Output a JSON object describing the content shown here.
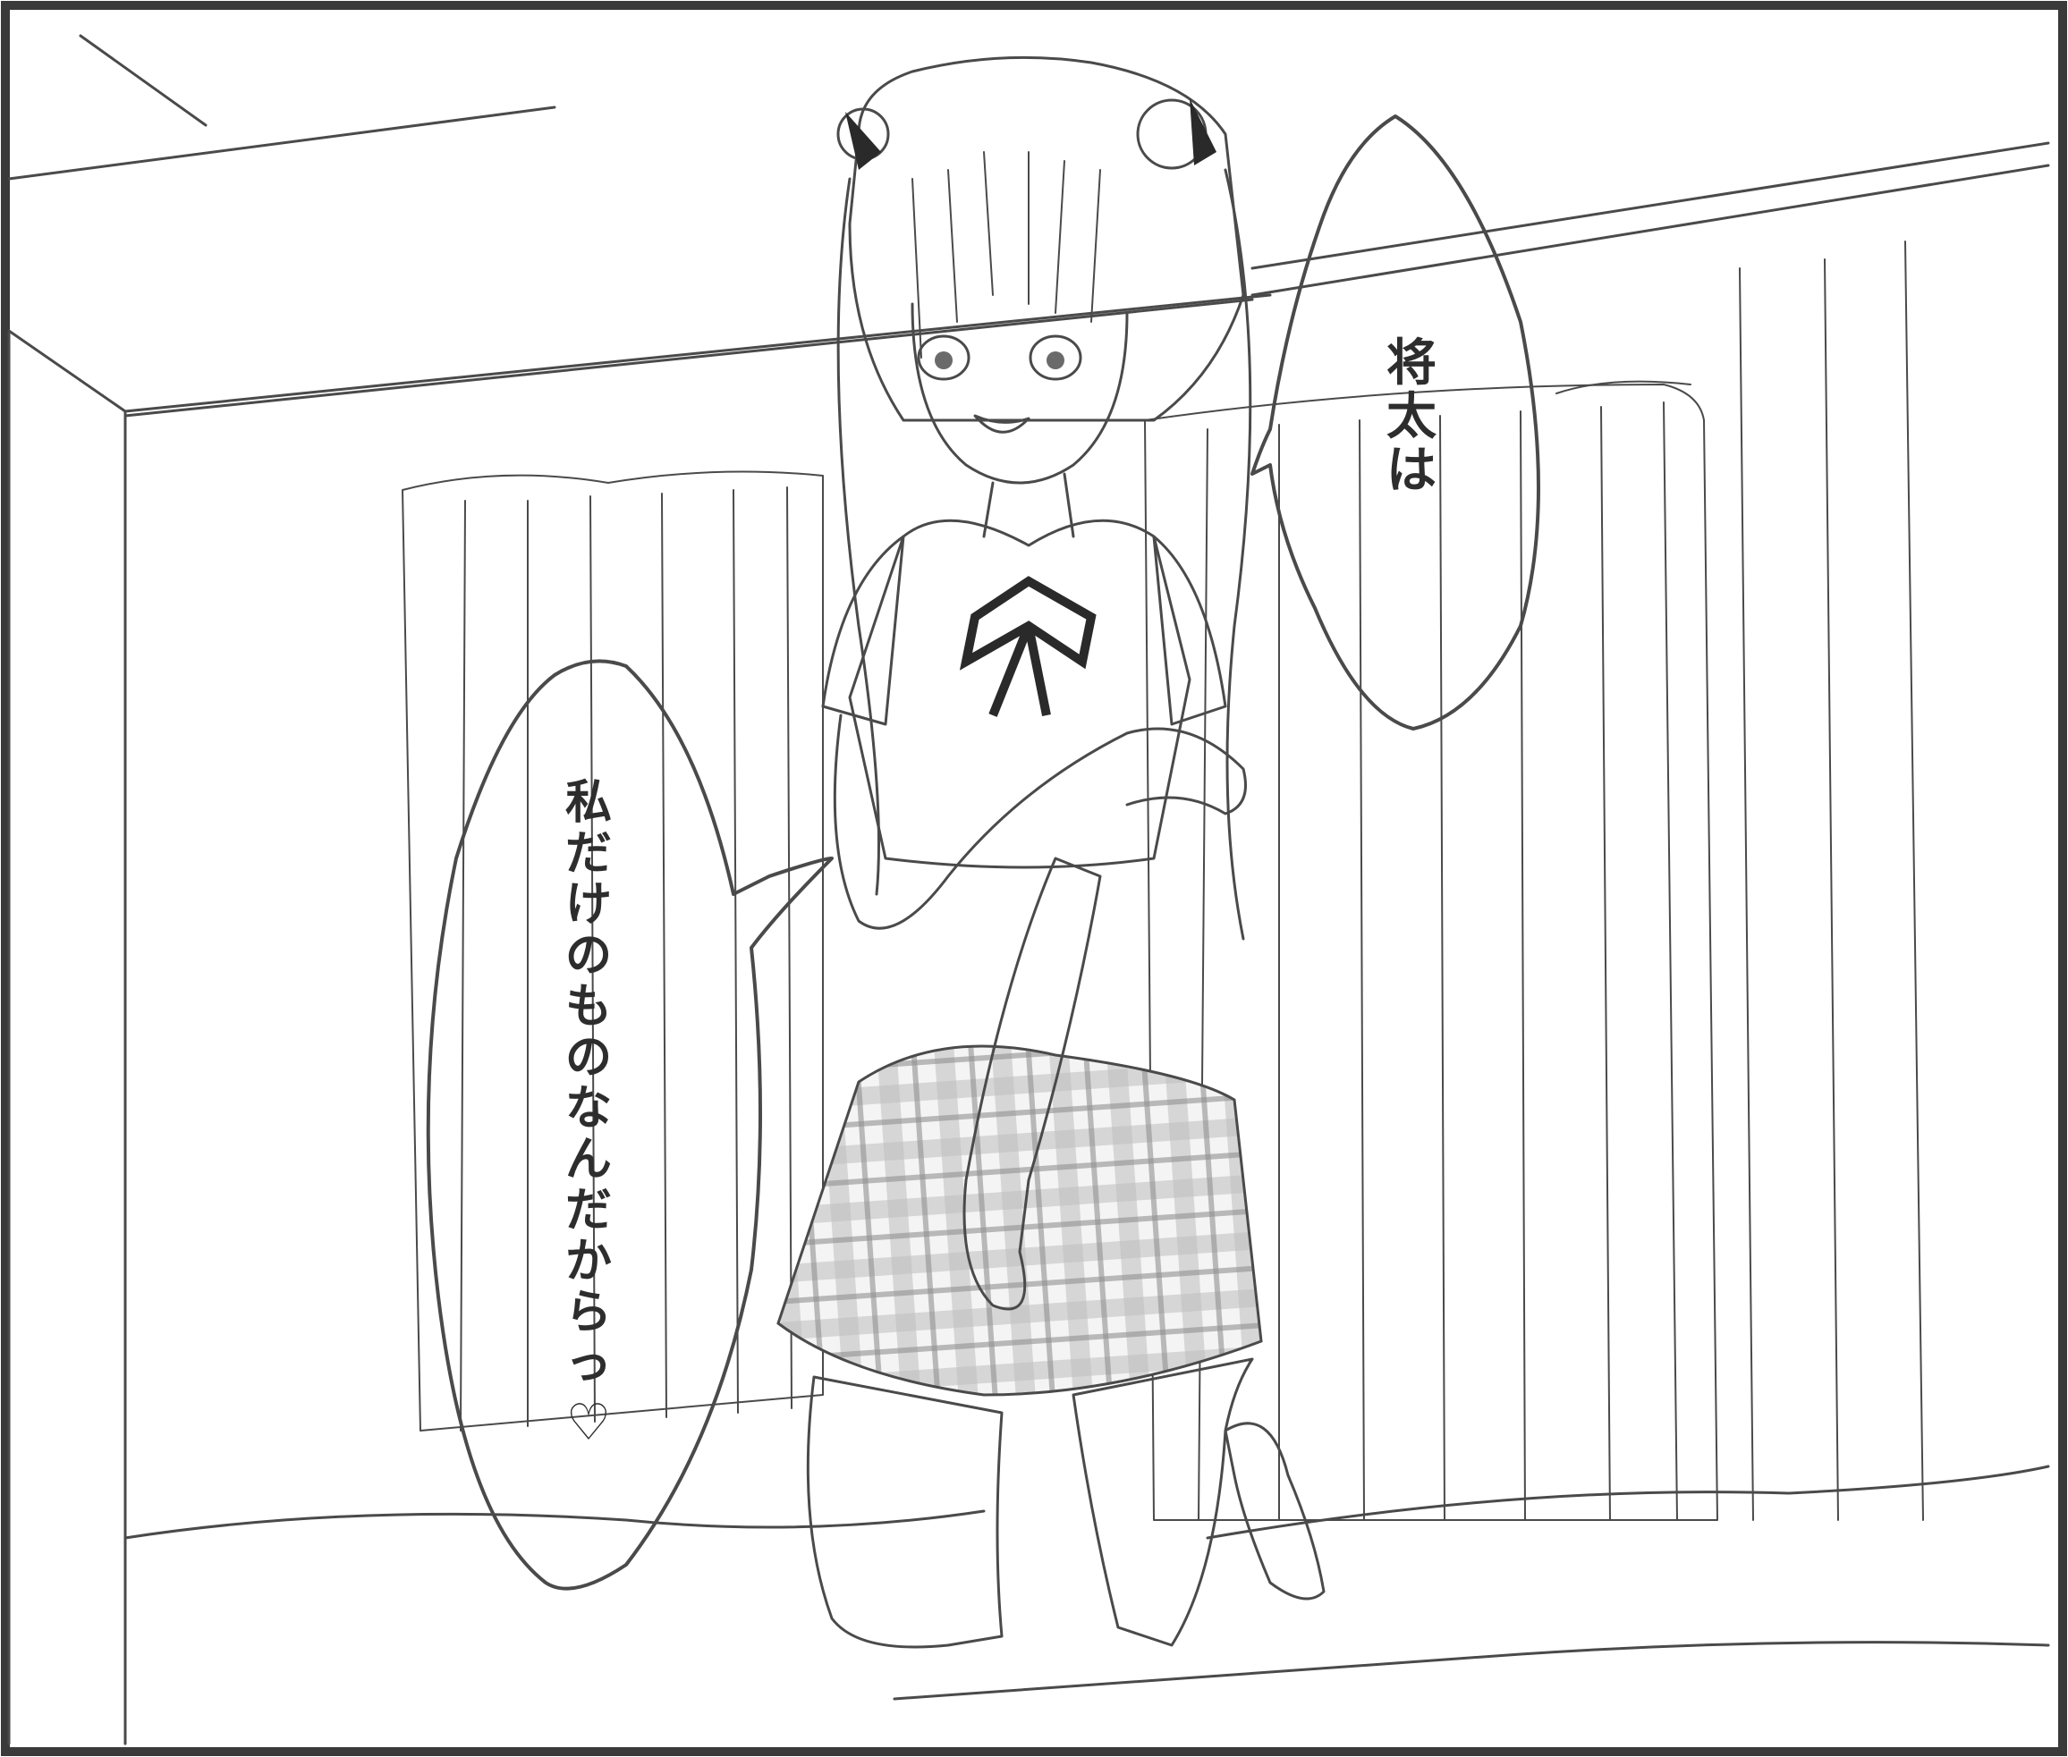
{
  "bubbles": {
    "top_right": {
      "lines": [
        "将",
        "太",
        "は"
      ]
    },
    "left": {
      "lines": [
        "私",
        "だ",
        "け",
        "の",
        "も",
        "の",
        "な",
        "ん",
        "だ",
        "か",
        "ら",
        "っ",
        "♡"
      ]
    }
  },
  "colors": {
    "ink": "#4a4a4a",
    "frame": "#3a3a3a",
    "skirt_check": "#9c9c9c",
    "ribbon": "#2a2a2a"
  }
}
